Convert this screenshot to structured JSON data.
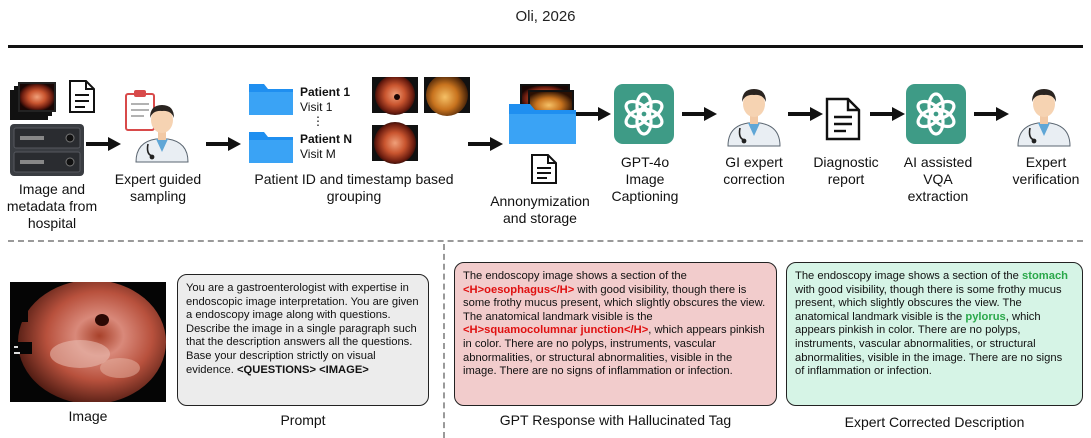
{
  "header": {
    "text": "Oli, 2026"
  },
  "pipeline": {
    "steps": [
      {
        "label": "Image and metadata from hospital"
      },
      {
        "label": "Expert guided sampling"
      },
      {
        "label": "Patient ID and timestamp based grouping"
      },
      {
        "label": "Annonymization and storage"
      },
      {
        "label": "GPT-4o Image Captioning"
      },
      {
        "label": "GI expert correction"
      },
      {
        "label": "Diagnostic report"
      },
      {
        "label": "AI assisted VQA extraction"
      },
      {
        "label": "Expert verification"
      }
    ],
    "patient_groups": {
      "first_patient": "Patient 1",
      "first_visit": "Visit 1",
      "ellipsis": "⋮",
      "last_patient": "Patient N",
      "last_visit": "Visit M"
    }
  },
  "bottom": {
    "image_caption": "Image",
    "prompt": {
      "caption": "Prompt",
      "text": "You are a gastroenterologist with expertise in endoscopic image interpretation. You are given a endoscopy image along with questions. Describe the image in a single paragraph such that the description answers all the questions. Base your description strictly on visual evidence.",
      "tokens": "<QUESTIONS> <IMAGE>"
    },
    "gpt_response": {
      "caption": "GPT Response with Hallucinated Tag",
      "part1": "The endoscopy image shows a section of the ",
      "tag1": "<H>oesophagus</H>",
      "part2": " with good visibility, though there is some frothy mucus present, which slightly obscures the view. The anatomical landmark visible is the ",
      "tag2": "<H>squamocolumnar junction</H>",
      "part3": ", which appears pinkish in color. There are no polyps, instruments, vascular abnormalities, or structural abnormalities, visible in the image. There are no signs of inflammation or infection."
    },
    "expert_description": {
      "caption": "Expert Corrected Description",
      "part1": "The endoscopy image shows a section of the ",
      "term1": "stomach",
      "part2": " with good visibility, though there is some frothy mucus present, which slightly obscures the view. The anatomical landmark visible is the ",
      "term2": "pylorus",
      "part3": ", which appears pinkish in color. There are no polyps, instruments, vascular abnormalities, or structural abnormalities, visible in the image. There are no signs of inflammation or infection."
    }
  },
  "colors": {
    "gpt_logo": "#3e9b86",
    "folder": "#1f8ff0",
    "hallucinated": "#e01010",
    "corrected": "#2aa84a",
    "gpt_box": "#f2cccc",
    "expert_box": "#d6f4e6",
    "prompt_box": "#ececec"
  },
  "icons": [
    "endoscopy-image-stack",
    "document-icon",
    "server-icon",
    "doctor-with-clipboard-icon",
    "folder-icon",
    "gpt-logo-icon",
    "doctor-icon",
    "report-icon",
    "arrow-icon"
  ]
}
